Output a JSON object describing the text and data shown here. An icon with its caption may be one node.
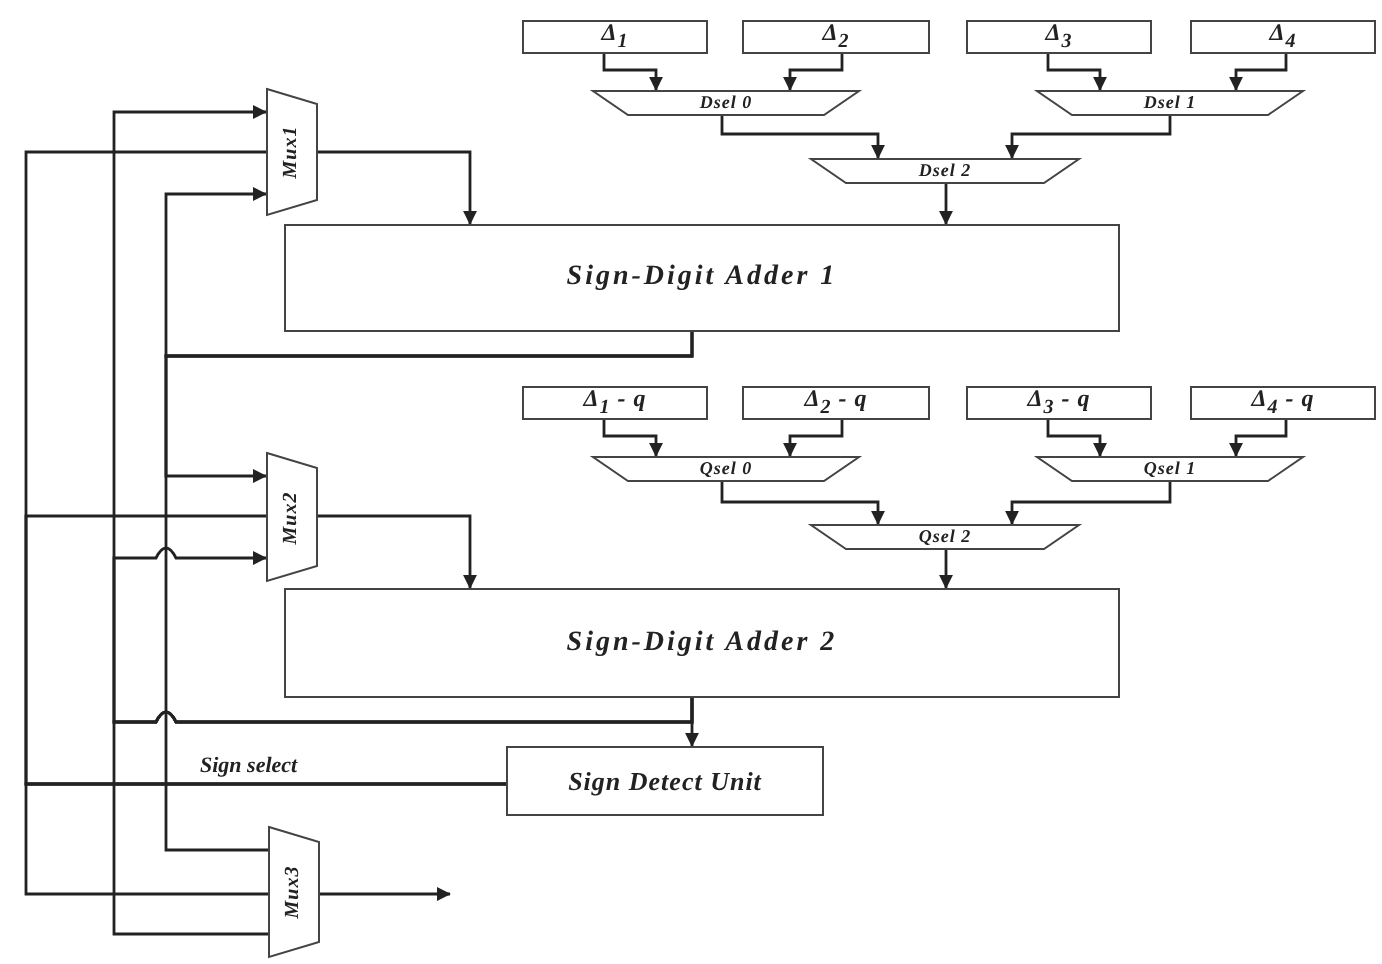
{
  "diagram": {
    "nodes": [
      {
        "text": [
          "Δ$_{1}$"
        ]
      },
      {
        "text": [
          "Δ$_{2}$"
        ]
      },
      {
        "text": [
          "Δ$_{3}$"
        ]
      },
      {
        "text": [
          "Δ$_{4}$"
        ]
      },
      {
        "text": [
          "Dsel 0"
        ]
      },
      {
        "text": [
          "Dsel 1"
        ]
      },
      {
        "text": [
          "Dsel 2"
        ]
      },
      {
        "text": [
          "Mux1"
        ]
      },
      {
        "text": [
          "Sign-Digit Adder 1"
        ]
      },
      {
        "text": [
          "Δ$_{1}$ - q"
        ]
      },
      {
        "text": [
          "Δ$_{2}$ - q"
        ]
      },
      {
        "text": [
          "Δ$_{3}$ - q"
        ]
      },
      {
        "text": [
          "Δ$_{4}$ - q"
        ]
      },
      {
        "text": [
          "Qsel 0"
        ]
      },
      {
        "text": [
          "Qsel 1"
        ]
      },
      {
        "text": [
          "Qsel 2"
        ]
      },
      {
        "text": [
          "Mux2"
        ]
      },
      {
        "text": [
          "Sign-Digit Adder 2"
        ]
      },
      {
        "text": [
          "Sign Detect Unit"
        ]
      },
      {
        "text": [
          "Mux3"
        ]
      }
    ],
    "edges": [
      {
        "from": 0,
        "to": 4,
        "arrow": "to"
      },
      {
        "from": 1,
        "to": 4,
        "arrow": "to"
      },
      {
        "from": 2,
        "to": 5,
        "arrow": "to"
      },
      {
        "from": 3,
        "to": 5,
        "arrow": "to"
      },
      {
        "from": 4,
        "to": 6,
        "arrow": "to"
      },
      {
        "from": 5,
        "to": 6,
        "arrow": "to"
      },
      {
        "from": 6,
        "to": 8,
        "arrow": "to"
      },
      {
        "from": 7,
        "to": 8,
        "arrow": "to"
      },
      {
        "from": 9,
        "to": 13,
        "arrow": "to"
      },
      {
        "from": 10,
        "to": 13,
        "arrow": "to"
      },
      {
        "from": 11,
        "to": 14,
        "arrow": "to"
      },
      {
        "from": 12,
        "to": 14,
        "arrow": "to"
      },
      {
        "from": 13,
        "to": 15,
        "arrow": "to"
      },
      {
        "from": 14,
        "to": 15,
        "arrow": "to"
      },
      {
        "from": 15,
        "to": 17,
        "arrow": "to"
      },
      {
        "from": 16,
        "to": 17,
        "arrow": "to"
      },
      {
        "from": 8,
        "to": 7,
        "arrow": "to"
      },
      {
        "from": 8,
        "to": 16,
        "arrow": "to"
      },
      {
        "from": 8,
        "to": 19,
        "arrow": "none"
      },
      {
        "from": 17,
        "to": 18,
        "arrow": "to"
      },
      {
        "from": 17,
        "to": 7,
        "arrow": "to"
      },
      {
        "from": 17,
        "to": 16,
        "arrow": "to"
      },
      {
        "from": 17,
        "to": 19,
        "arrow": "none"
      },
      {
        "from": 18,
        "to": 7,
        "arrow": "none"
      },
      {
        "from": 18,
        "to": 16,
        "arrow": "none"
      },
      {
        "from": 18,
        "to": 19,
        "arrow": "none",
        "label": "Sign select"
      },
      {
        "from": 19,
        "to": null,
        "arrow": "to"
      }
    ]
  }
}
